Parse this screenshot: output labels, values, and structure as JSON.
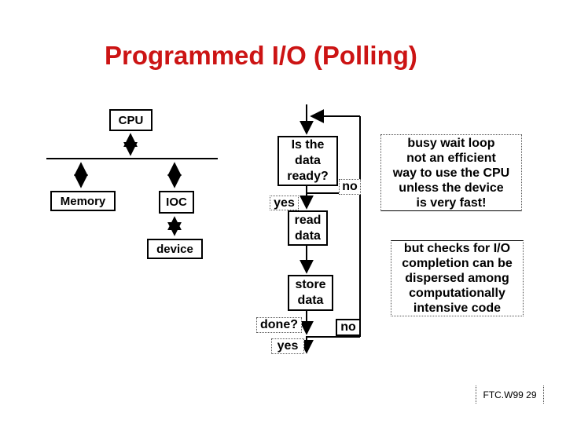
{
  "title": "Programmed I/O (Polling)",
  "hardware": {
    "cpu_label": "CPU",
    "memory_label": "Memory",
    "ioc_label": "IOC",
    "device_label": "device"
  },
  "flowchart": {
    "check_label": "Is the\ndata\nready?",
    "no_top_label": "no",
    "yes_top_label": "yes",
    "read_label": "read\ndata",
    "store_label": "store\ndata",
    "done_label": "done?",
    "no_bottom_label": "no",
    "yes_bottom_label": "yes"
  },
  "notes": {
    "busy_wait": "busy wait loop\nnot an efficient\nway to use the CPU\nunless the device\nis very fast!",
    "dispersed": "but checks for I/O\ncompletion can be\ndispersed among\ncomputationally\nintensive code"
  },
  "footer": "FTC.W99 29",
  "colors": {
    "title_red": "#cc1414",
    "ink": "#000000",
    "background": "#ffffff"
  }
}
